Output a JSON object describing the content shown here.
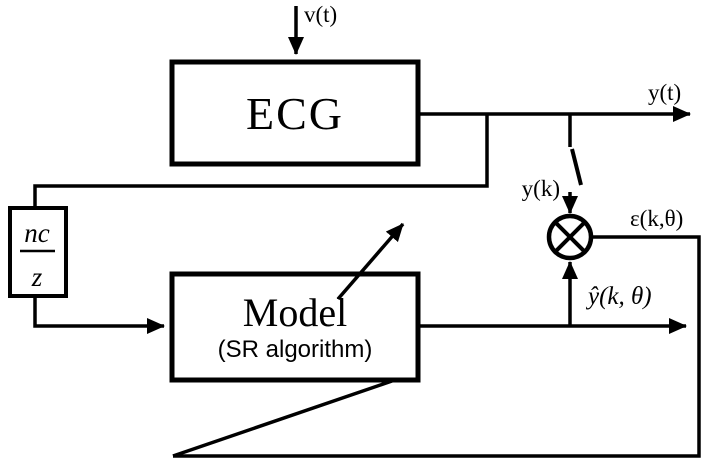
{
  "labels": {
    "input": "v(t)",
    "output": "y(t)",
    "sampled": "y(k)",
    "error": "ε(k,θ)",
    "estimate": "ŷ(k, θ)"
  },
  "blocks": {
    "ecg": "ECG",
    "model_title": "Model",
    "model_subtitle": "(SR algorithm)",
    "delay_numerator": "nc",
    "delay_denominator": "z"
  },
  "colors": {
    "line": "#000000",
    "background": "#ffffff"
  }
}
